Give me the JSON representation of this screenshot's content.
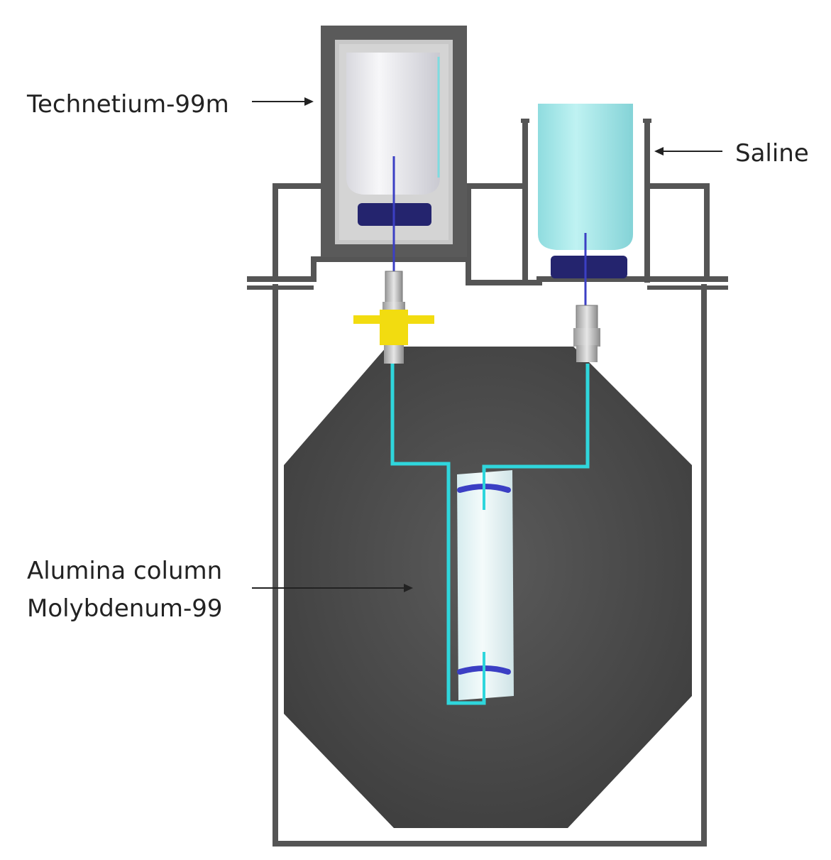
{
  "labels": {
    "technetium": "Technetium-99m",
    "saline": "Saline",
    "column_line1": "Alumina column",
    "column_line2": "Molybdenum-99"
  },
  "colors": {
    "housing": "#555555",
    "shield": "#4a4a4a",
    "tubing": "#2fd6dc",
    "needle": "#3b3fc4",
    "vial_cap": "#24246e",
    "saline_vial": "#aee9ea",
    "filter": "#f2dc10"
  }
}
